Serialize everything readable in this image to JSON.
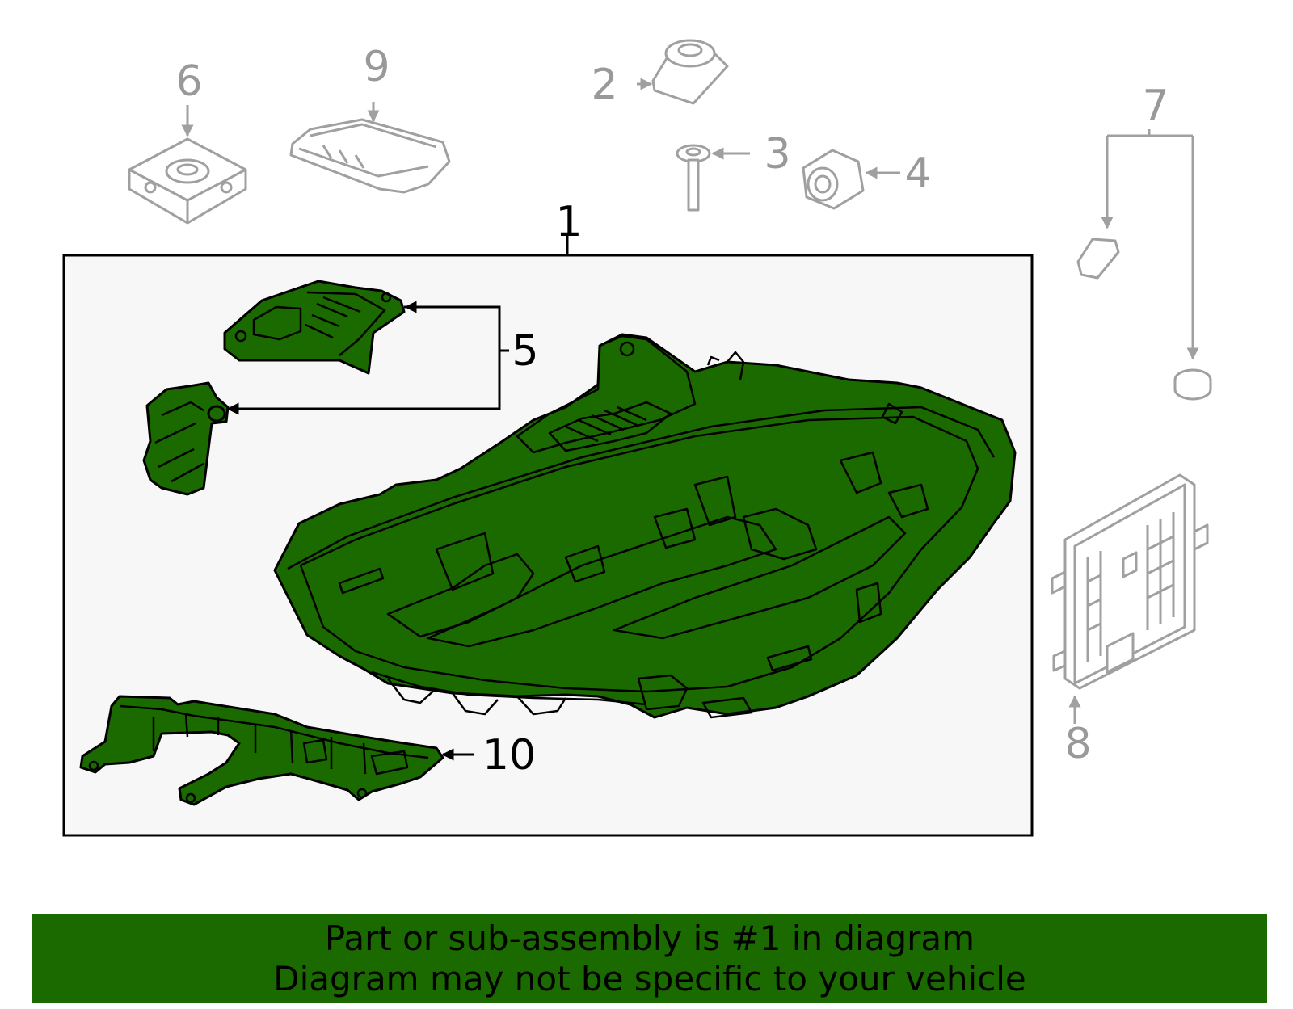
{
  "labels": {
    "c1": "1",
    "c2": "2",
    "c3": "3",
    "c4": "4",
    "c5": "5",
    "c6": "6",
    "c7": "7",
    "c8": "8",
    "c9": "9",
    "c10": "10"
  },
  "banner": {
    "line1": "Part or sub-assembly is #1 in diagram",
    "line2": "Diagram may not be specific to your vehicle"
  },
  "colors": {
    "highlight": "#1a6a00",
    "ghost": "#a0a0a0",
    "assembly_box_bg": "#f7f7f7"
  }
}
